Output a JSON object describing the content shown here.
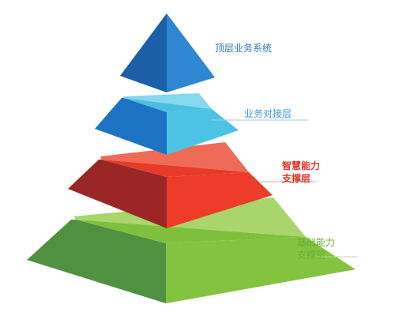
{
  "diagram": {
    "tiers": [
      {
        "id": "top",
        "lines": [
          "顶层业务系统"
        ],
        "text_color": "#2a78c2",
        "colors": {
          "left": "#1a5fa8",
          "right": "#2f86d3",
          "front": "#3c8fdb"
        }
      },
      {
        "id": "business",
        "lines": [
          "业务对接层"
        ],
        "text_color": "#3b9bd8",
        "colors": {
          "left": "#1d73c3",
          "right": "#49bfe2",
          "front": "#4cc3e4",
          "top": "#86d8ef"
        }
      },
      {
        "id": "smart",
        "lines": [
          "智慧能力",
          "支撑层"
        ],
        "text_color": "#e03525",
        "colors": {
          "left": "#9a2626",
          "right": "#e73a28",
          "front": "#ed3c29",
          "top": "#f06b57"
        }
      },
      {
        "id": "base",
        "lines": [
          "基础能力",
          "支撑层"
        ],
        "text_color": "#6cae35",
        "colors": {
          "left": "#4f9141",
          "right": "#7ec03c",
          "front": "#83c340",
          "top": "#a8d56c"
        }
      }
    ]
  }
}
